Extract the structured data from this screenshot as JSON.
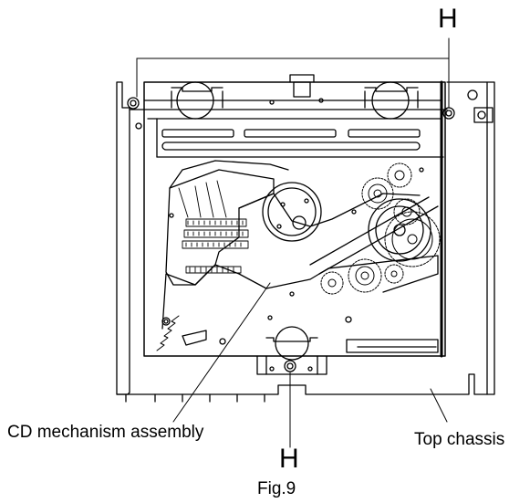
{
  "labels": {
    "h_top": "H",
    "h_bottom": "H",
    "cd_mechanism": "CD mechanism assembly",
    "top_chassis": "Top chassis",
    "figure": "Fig.9"
  },
  "colors": {
    "line": "#000000",
    "background": "#ffffff",
    "fill_dark": "#111111"
  }
}
